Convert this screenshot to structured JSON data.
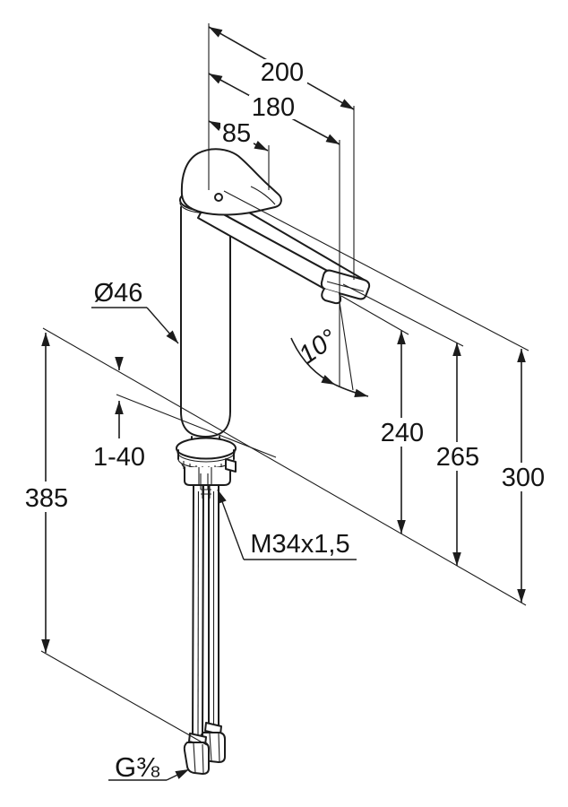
{
  "drawing": {
    "type": "technical-dimension-drawing",
    "subject": "Tall single-lever basin mixer faucet, side view with mounting set and flexible supply hoses",
    "background_color": "#ffffff",
    "line_color": "#1c1c1c",
    "dimensions": {
      "reach_total": {
        "label": "200"
      },
      "reach_aerator": {
        "label": "180"
      },
      "handle_length": {
        "label": "85"
      },
      "body_diameter": {
        "label": "Ø46"
      },
      "spout_angle": {
        "label": "10°"
      },
      "deck_thickness_range": {
        "label": "1-40"
      },
      "height_outlet": {
        "label": "240"
      },
      "height_spout_tip": {
        "label": "265"
      },
      "height_spout_top": {
        "label": "300"
      },
      "hose_length_below_deck": {
        "label": "385"
      },
      "thread_spec": {
        "label": "M34x1,5"
      },
      "hose_connection_spec": {
        "label": "G⅜"
      }
    }
  }
}
